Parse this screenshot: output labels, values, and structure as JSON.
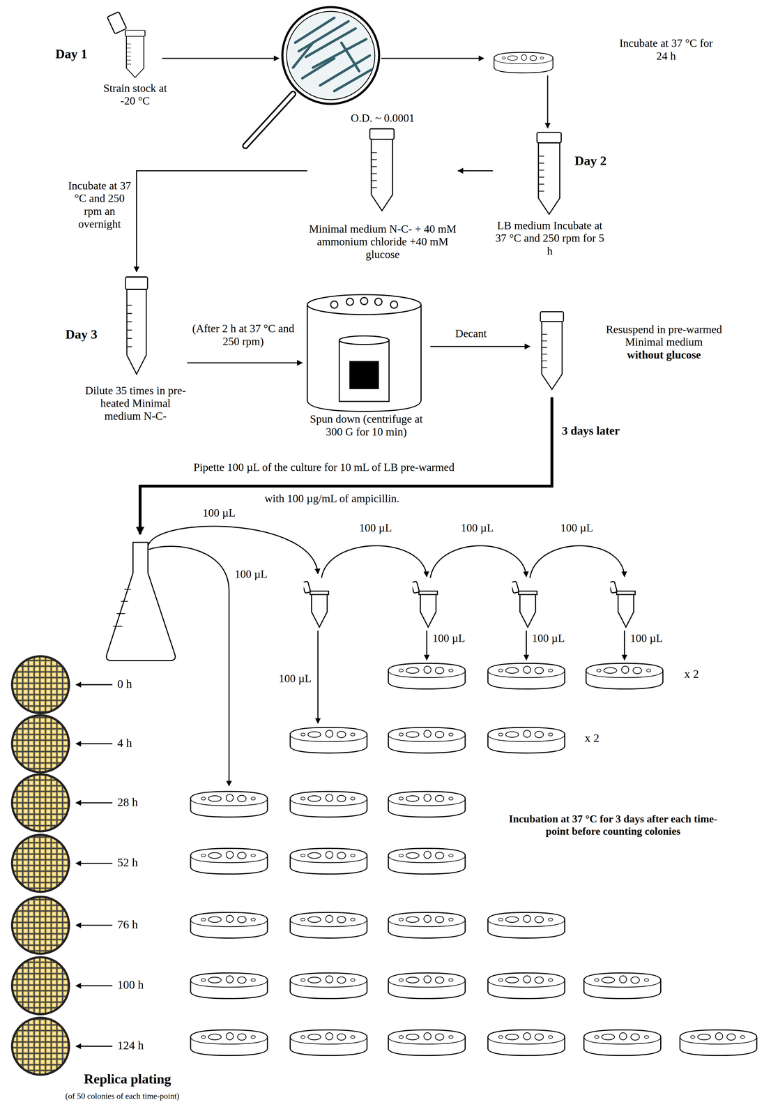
{
  "diagram": {
    "nodes": [
      {
        "text": [
          "Strain stock at -20 °C"
        ]
      },
      {
        "text": [
          "Incubate at 37 °C for 24 h"
        ]
      },
      {
        "text": [
          "LB medium Incubate at 37 °C and 250 rpm for 5 h"
        ]
      },
      {
        "text": [
          "O.D. ~ 0.0001",
          "Minimal medium N-C- + 40 mM ammonium chloride +40 mM glucose"
        ]
      },
      {
        "text": [
          "Dilute 35 times in pre-heated Minimal medium N-C-"
        ]
      },
      {
        "text": [
          "Spun down (centrifuge at 300 G for 10 min)"
        ]
      },
      {
        "text": [
          "Resuspend in pre-warmed Minimal medium",
          "without glucose"
        ]
      }
    ],
    "edges": [
      {
        "from": 1,
        "to": 2,
        "arrow": "to"
      },
      {
        "from": 2,
        "to": 3,
        "arrow": "to"
      },
      {
        "from": 3,
        "to": 4,
        "arrow": "to",
        "label": "Incubate at 37 °C and 250 rpm an overnight"
      },
      {
        "from": 4,
        "to": 5,
        "arrow": "to",
        "label": "(After 2 h at 37 °C and 250 rpm)"
      },
      {
        "from": 5,
        "to": 6,
        "arrow": "to",
        "label": "Decant"
      }
    ],
    "labels": [
      "Day 1",
      "Day 2",
      "Day 3",
      "3 days later",
      "Pipette 100 µL of the culture for 10 mL of LB pre-warmed",
      "with 100 µg/mL of ampicillin.",
      "100 µL",
      "100 µL",
      "100 µL",
      "100 µL",
      "100 µL",
      "100 µL",
      "100 µL",
      "100 µL",
      "100 µL",
      "x 2",
      "x 2",
      "0 h",
      "4 h",
      "28 h",
      "52 h",
      "76 h",
      "100 h",
      "124 h",
      "Incubation at 37 °C for 3 days after each time-point before counting colonies",
      "Replica plating",
      "(of 50 colonies of each time-point)"
    ]
  }
}
